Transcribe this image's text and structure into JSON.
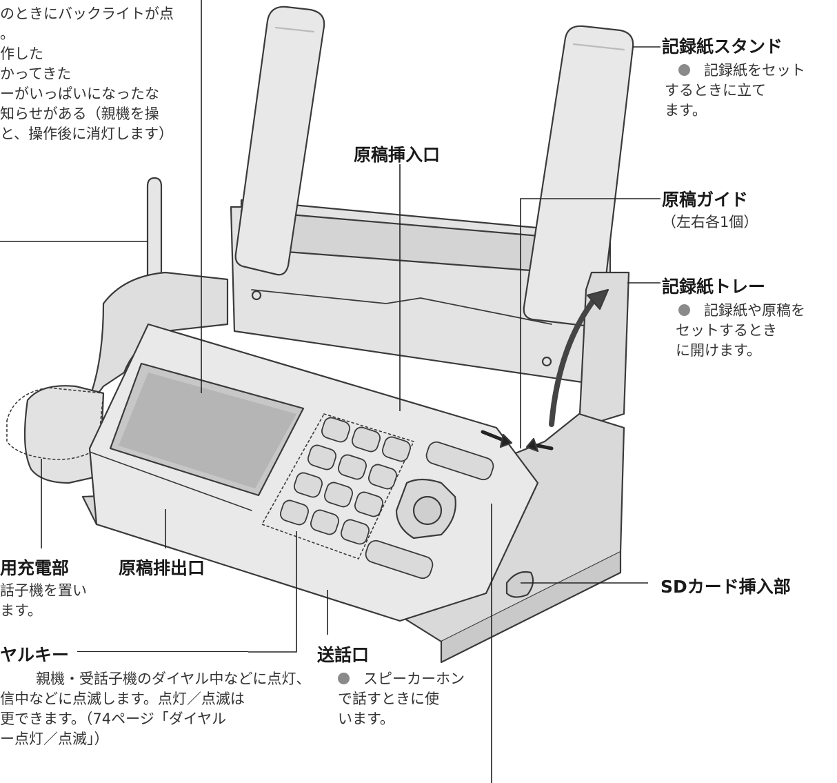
{
  "labels": {
    "backlight": {
      "desc_lines": [
        "のときにバックライトが点",
        "。",
        "作した",
        "かってきた",
        "ーがいっぱいになったな",
        "知らせがある（親機を操",
        "と、操作後に消灯します）"
      ]
    },
    "paper_stand": {
      "title": "記録紙スタンド",
      "desc_lines": [
        "記録紙をセット",
        "するときに立て",
        "ます。"
      ]
    },
    "doc_inlet": {
      "title": "原稿挿入口"
    },
    "doc_guide": {
      "title": "原稿ガイド",
      "desc_lines": [
        "（左右各1個）"
      ]
    },
    "paper_tray": {
      "title": "記録紙トレー",
      "desc_lines": [
        "記録紙や原稿を",
        "セットするとき",
        "に開けます。"
      ]
    },
    "sd_slot": {
      "title": "SDカード挿入部"
    },
    "charger": {
      "title": "用充電部",
      "desc_lines": [
        "話子機を置い",
        "ます。"
      ]
    },
    "doc_outlet": {
      "title": "原稿排出口"
    },
    "dial_keys": {
      "title": "ヤルキー",
      "desc_lines": [
        "親機・受話子機のダイヤル中などに点灯、",
        "信中などに点滅します。点灯／点滅は",
        "更できます。（74ページ「ダイヤル",
        "ー点灯／点滅」）"
      ]
    },
    "microphone": {
      "title": "送話口",
      "desc_lines": [
        "スピーカーホン",
        "で話すときに使",
        "います。"
      ]
    }
  }
}
